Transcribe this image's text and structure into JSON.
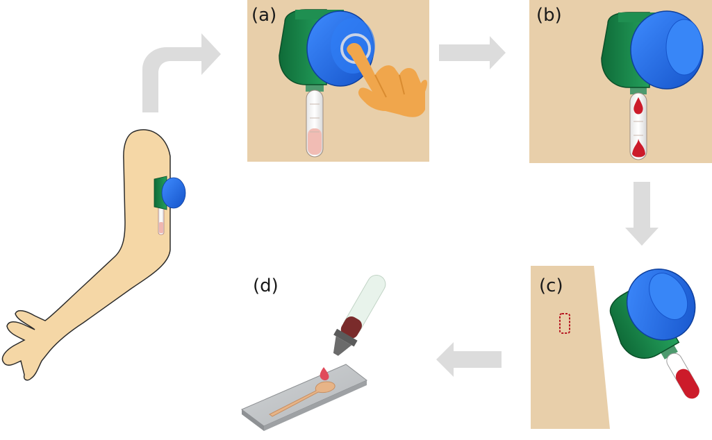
{
  "panels": {
    "a": {
      "label": "(a)"
    },
    "b": {
      "label": "(b)"
    },
    "c": {
      "label": "(c)"
    },
    "d": {
      "label": "(d)"
    }
  },
  "colors": {
    "skin": "#f5d7a6",
    "panel_bg": "#e8cfaa",
    "device_green": "#1e8a4f",
    "device_blue": "#1f6fe0",
    "arrow_gray": "#d8d8d8",
    "blood_red": "#cc1b2a",
    "hand_orange": "#f0a64c",
    "slide_gray": "#a9acae"
  },
  "icons": [
    "arm",
    "blood-collection-device",
    "finger-press-hand",
    "blood-tube",
    "skin-mark",
    "microscope-slide",
    "flow-arrow"
  ]
}
